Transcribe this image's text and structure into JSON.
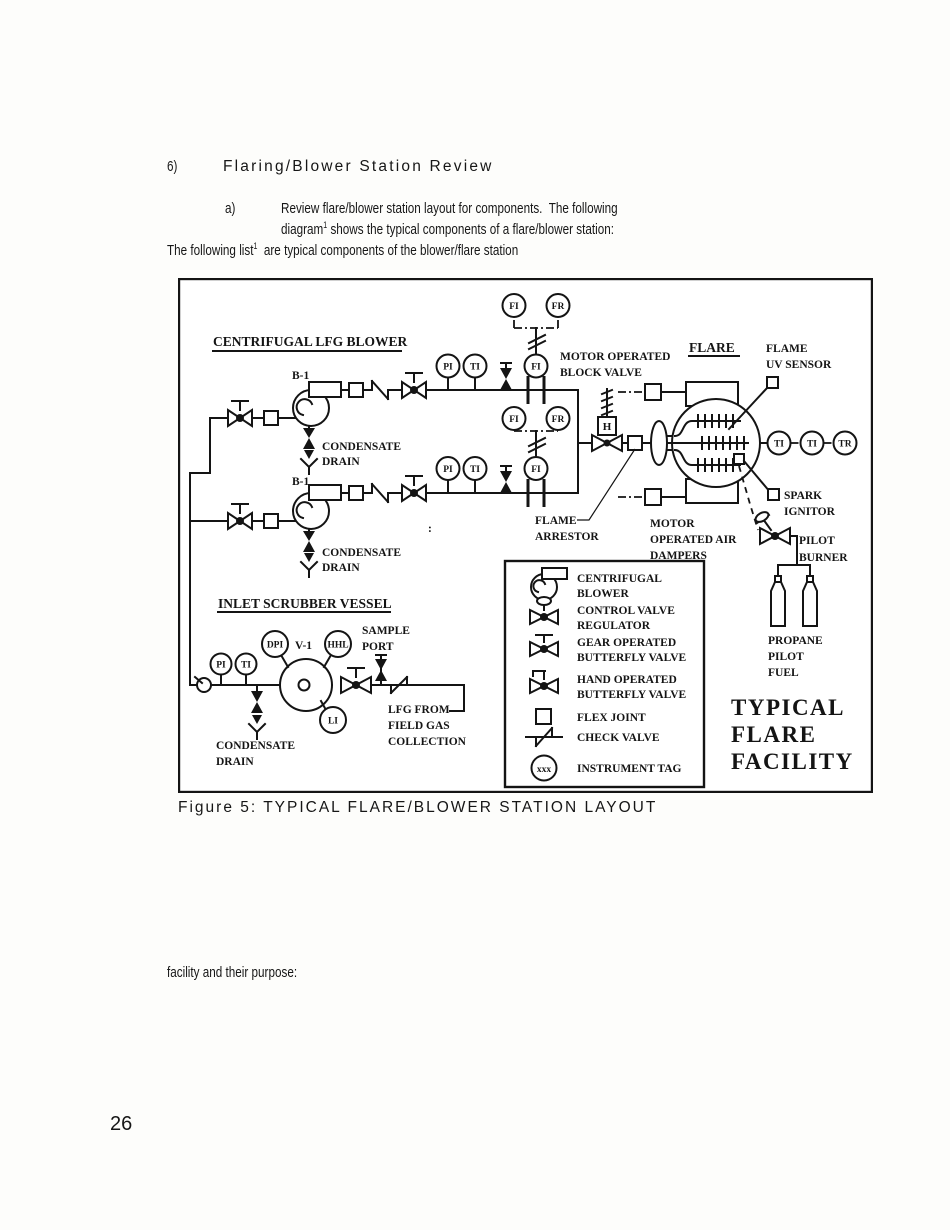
{
  "page": {
    "title_block": {
      "item_number": "6)",
      "item_title": "Flaring/Blower Station Review",
      "sub_item_letter": "a)",
      "sub_item_line1": "Review flare/blower station layout for components.  The following",
      "sub_item_line2_pre": "diagram",
      "sub_item_line2_sup": "1",
      "sub_item_line2_post": " shows the typical components of a flare/blower station:",
      "para_pre": "The following list",
      "para_sup": "1",
      "para_post": "  are typical components of the blower/flare station",
      "para_cont": "facility and their purpose:"
    },
    "figure_caption": "Figure 5: TYPICAL FLARE/BLOWER STATION LAYOUT",
    "page_number": "26"
  },
  "diagram": {
    "headings": {
      "blower_section": "CENTRIFUGAL LFG BLOWER",
      "flare_section": "FLARE",
      "scrubber_section": "INLET SCRUBBER VESSEL"
    },
    "facility_title": [
      "TYPICAL",
      "FLARE",
      "FACILITY"
    ],
    "equipment_tags": {
      "b1": "B-1",
      "v1": "V-1",
      "hand_switch": "H"
    },
    "instrument_tags": {
      "fi": "FI",
      "fr": "FR",
      "pi": "PI",
      "ti": "TI",
      "tr": "TR",
      "dpi": "DPI",
      "hhl": "HHL",
      "li": "LI",
      "xxx": "xxx"
    },
    "labels": {
      "condensate_drain": [
        "CONDENSATE",
        "DRAIN"
      ],
      "motor_block_valve": [
        "MOTOR OPERATED",
        "BLOCK VALVE"
      ],
      "flame_uv_sensor": [
        "FLAME",
        "UV SENSOR"
      ],
      "flame_arrestor": [
        "FLAME",
        "ARRESTOR"
      ],
      "air_dampers": [
        "MOTOR",
        "OPERATED AIR",
        "DAMPERS"
      ],
      "spark_ignitor": [
        "SPARK",
        "IGNITOR"
      ],
      "pilot_burner": [
        "PILOT",
        "BURNER"
      ],
      "propane_fuel": [
        "PROPANE",
        "PILOT",
        "FUEL"
      ],
      "sample_port": [
        "SAMPLE",
        "PORT"
      ],
      "lfg_inlet": [
        "LFG FROM",
        "FIELD GAS",
        "COLLECTION"
      ]
    },
    "stray_mark": ":",
    "legend": [
      {
        "lines": [
          "CENTRIFUGAL",
          "BLOWER"
        ]
      },
      {
        "lines": [
          "CONTROL VALVE",
          "REGULATOR"
        ]
      },
      {
        "lines": [
          "GEAR OPERATED",
          "BUTTERFLY VALVE"
        ]
      },
      {
        "lines": [
          "HAND OPERATED",
          "BUTTERFLY VALVE"
        ]
      },
      {
        "lines": [
          "FLEX JOINT"
        ]
      },
      {
        "lines": [
          "CHECK VALVE"
        ]
      },
      {
        "lines": [
          "INSTRUMENT TAG"
        ]
      }
    ]
  }
}
